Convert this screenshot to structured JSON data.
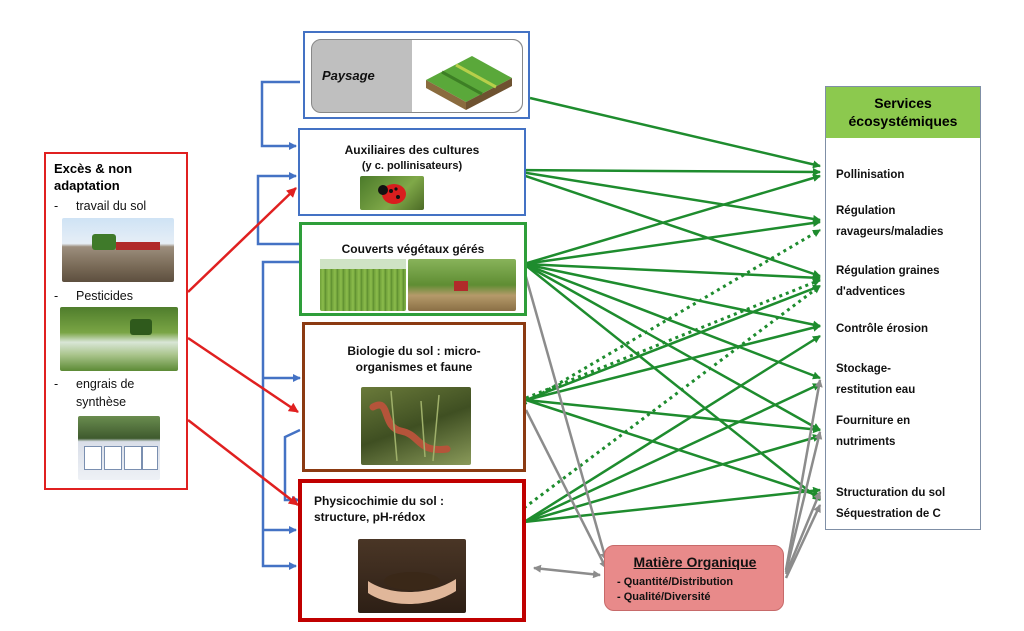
{
  "left_box": {
    "title_line1": "Excès & non",
    "title_line2": "adaptation",
    "items": [
      {
        "dash": "-",
        "line1": "travail du sol",
        "line2": ""
      },
      {
        "dash": "-",
        "line1": "Pesticides",
        "line2": ""
      },
      {
        "dash": "-",
        "line1": "engrais de",
        "line2": "synthèse"
      }
    ]
  },
  "center": {
    "paysage": "Paysage",
    "auxiliaires_line1": "Auxiliaires des cultures",
    "auxiliaires_line2": "(y c. pollinisateurs)",
    "couverts": "Couverts végétaux gérés",
    "biologie_line1": "Biologie du sol : micro-",
    "biologie_line2": "organismes et faune",
    "physico_line1": "Physicochimie du sol :",
    "physico_line2": "structure, pH-rédox"
  },
  "matiere": {
    "title": "Matière Organique",
    "items": [
      "- Quantité/Distribution",
      "- Qualité/Diversité"
    ]
  },
  "services": {
    "header_line1": "Services",
    "header_line2": "écosystémiques",
    "items": [
      {
        "line1": "Pollinisation",
        "line2": ""
      },
      {
        "line1": "Régulation",
        "line2": "ravageurs/maladies"
      },
      {
        "line1": "Régulation graines",
        "line2": "d'adventices"
      },
      {
        "line1": "Contrôle érosion",
        "line2": ""
      },
      {
        "line1": "Stockage-",
        "line2": "restitution eau"
      },
      {
        "line1": "Fourniture en",
        "line2": "nutriments"
      },
      {
        "line1": "Structuration du sol",
        "line2": "Séquestration de C"
      }
    ]
  },
  "colors": {
    "red": "#e02020",
    "blue": "#4472c4",
    "green": "#1e8c2e",
    "grey": "#8c8c8c",
    "service_header": "#8cc94e",
    "matiere": "#e88a8a"
  }
}
